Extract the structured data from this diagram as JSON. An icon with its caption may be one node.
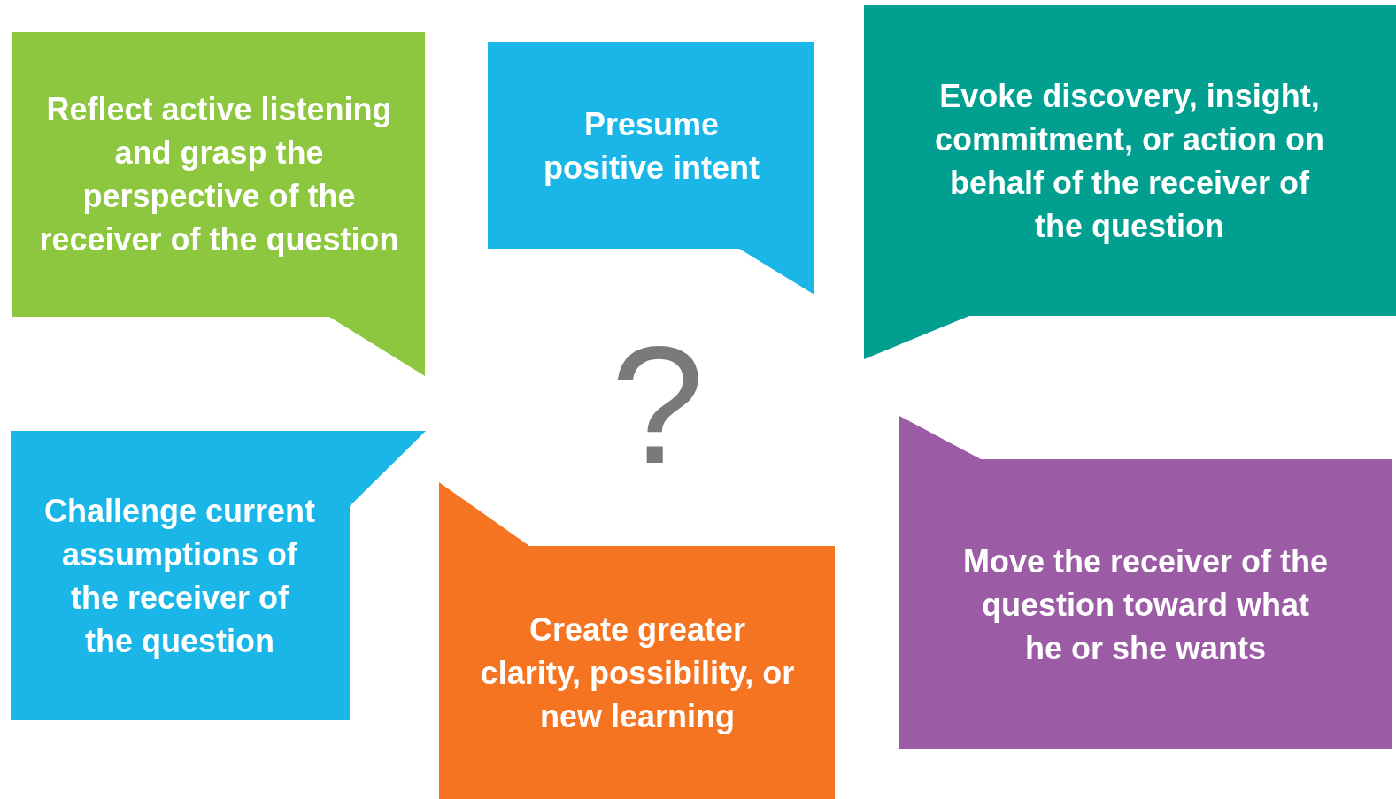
{
  "diagram": {
    "nodes": [
      {
        "text": [
          "Reflect active listening and grasp the perspective of the receiver of the question"
        ]
      },
      {
        "text": [
          "Presume positive intent"
        ]
      },
      {
        "text": [
          "Evoke discovery, insight, commitment, or action on behalf of the receiver of the question"
        ]
      },
      {
        "text": [
          "Challenge current assumptions of the receiver of the question"
        ]
      },
      {
        "text": [
          "Create greater clarity, possibility, or new learning"
        ]
      },
      {
        "text": [
          "Move the receiver of the question toward what he or she wants"
        ]
      }
    ],
    "edges": [],
    "labels": [
      "?"
    ]
  }
}
